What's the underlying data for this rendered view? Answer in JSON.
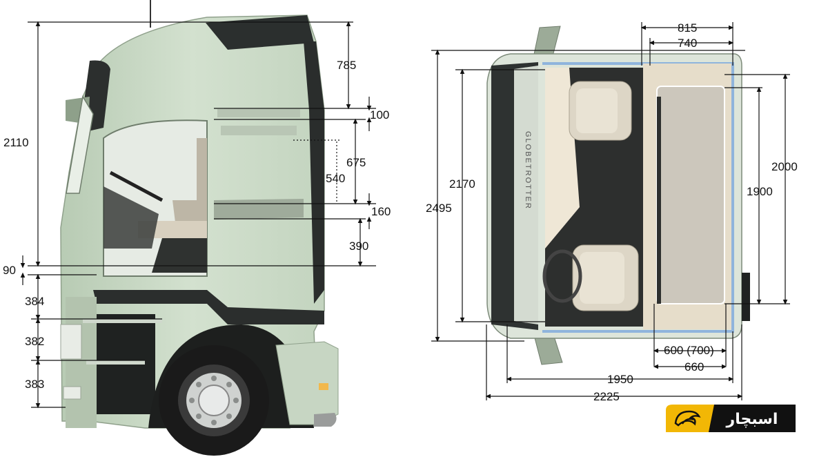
{
  "side_view": {
    "dimensions": {
      "total_height": "2110",
      "roof_top": "785",
      "visor": "100",
      "upper_bunk": "675",
      "upper_inner": "540",
      "mid_gap": "160",
      "lower_to_floor": "390",
      "floor_step": "90",
      "step_1": "384",
      "step_2": "382",
      "step_3": "383"
    }
  },
  "top_view": {
    "dimensions": {
      "width_outer": "815",
      "width_inner": "740",
      "length_outer": "2495",
      "length_inner": "2170",
      "bunk_length_outer": "2000",
      "bunk_length_inner": "1900",
      "bunk_width": "600 (700)",
      "bunk_width_2": "660",
      "cab_width_inner": "1950",
      "cab_width_outer": "2225"
    },
    "grille_text": "GLOBETROTTER"
  },
  "logo": {
    "text": "اسبچار"
  },
  "colors": {
    "cab_green": "#c9d8c4",
    "cab_green_dark": "#a9bca6",
    "logo_yellow": "#f2b705",
    "logo_black": "#111111"
  }
}
